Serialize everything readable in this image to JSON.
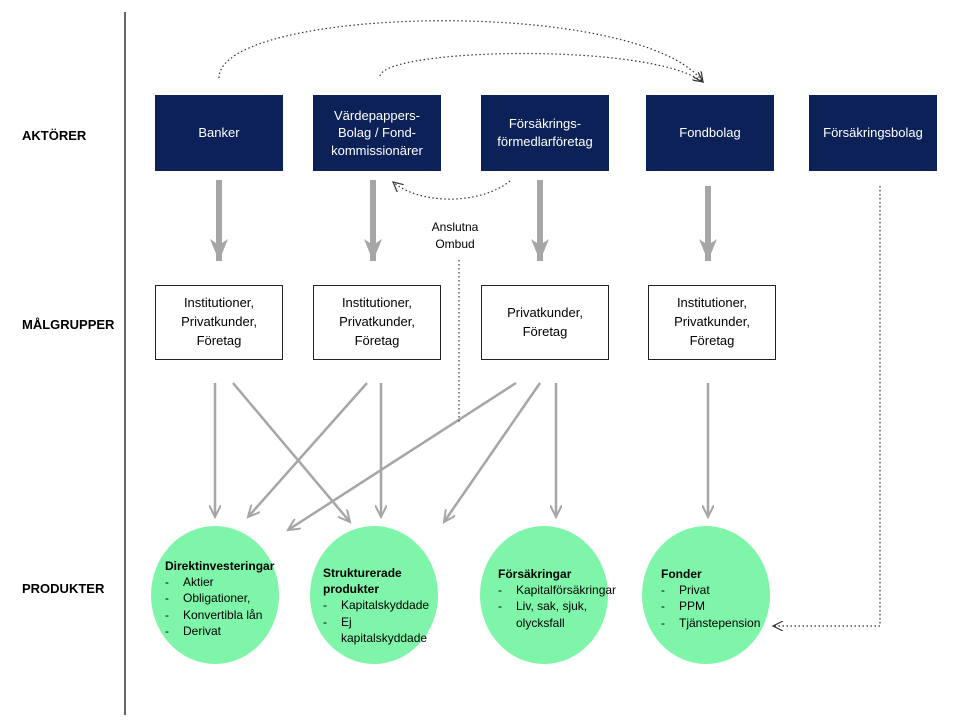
{
  "row_labels": {
    "actors": "AKTÖRER",
    "target_groups": "MÅLGRUPPER",
    "products": "PRODUKTER"
  },
  "actors": [
    "Banker",
    "Värdepappers-\nBolag / Fond-\nkommissionärer",
    "Försäkrings-\nförmedlarföretag",
    "Fondbolag",
    "Försäkringsbolag"
  ],
  "target_groups": [
    "Institutioner,\nPrivatkunder,\nFöretag",
    "Institutioner,\nPrivatkunder,\nFöretag",
    "Privatkunder,\nFöretag",
    "Institutioner,\nPrivatkunder,\nFöretag"
  ],
  "annotation": "Anslutna\nOmbud",
  "products": [
    {
      "title": "Direktinvesteringar",
      "items": [
        "Aktier",
        "Obligationer,",
        "Konvertibla lån",
        "Derivat"
      ]
    },
    {
      "title": "Strukturerade\nprodukter",
      "items": [
        "Kapitalskyddade",
        "Ej kapitalskyddade"
      ]
    },
    {
      "title": "Försäkringar",
      "items": [
        "Kapitalförsäkringar",
        "Liv, sak, sjuk,\nolycksfall"
      ]
    },
    {
      "title": "Fonder",
      "items": [
        "Privat",
        "PPM",
        "Tjänstepension"
      ]
    }
  ],
  "colors": {
    "actor_fill": "#0b2158",
    "product_fill": "#7ef5a8",
    "arrow": "#a6a6a6",
    "dotted": "#333333"
  }
}
